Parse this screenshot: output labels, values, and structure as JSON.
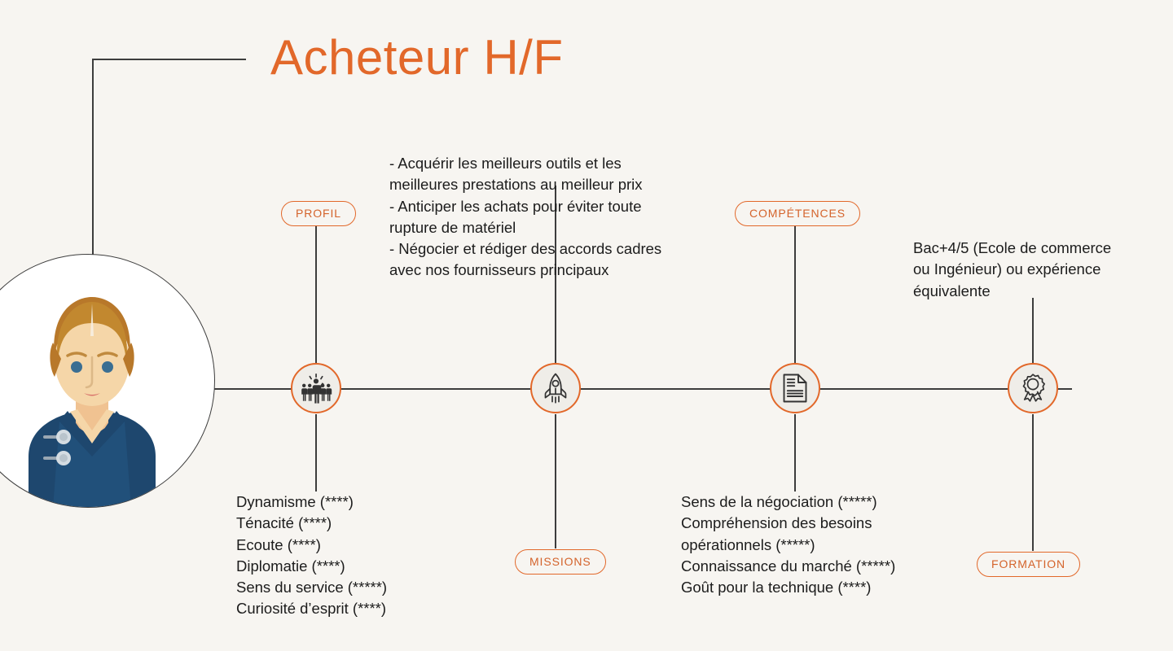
{
  "background_color": "#F7F5F1",
  "accent_color": "#E2682A",
  "line_color": "#3D3D3D",
  "header": {
    "title": "Acheteur H/F"
  },
  "avatar": {
    "name": "avatar-illustration",
    "alt": "Illustration d'une femme en veste bleu marine",
    "hair_color": "#B8782A",
    "skin_color": "#F5D6A8",
    "jacket_color": "#1E476E",
    "eye_color": "#3A6E92",
    "circle_fill": "#FFFFFF"
  },
  "nodes": [
    {
      "id": "profil",
      "pill_label": "PROFIL",
      "icon": "people-leader-icon"
    },
    {
      "id": "missions",
      "pill_label": "MISSIONS",
      "icon": "rocket-icon"
    },
    {
      "id": "competences",
      "pill_label": "COMPÉTENCES",
      "icon": "document-icon"
    },
    {
      "id": "formation",
      "pill_label": "FORMATION",
      "icon": "award-ribbon-icon"
    }
  ],
  "missions": {
    "text": "- Acquérir les meilleurs outils et les\nmeilleures prestations au meilleur prix\n - Anticiper les achats pour éviter toute\nrupture de matériel\n - Négocier et rédiger des accords cadres\navec nos fournisseurs principaux"
  },
  "formation": {
    "text": "Bac+4/5 (Ecole de commerce\nou Ingénieur) ou expérience\néquivalente"
  },
  "profil": {
    "items": [
      "Dynamisme (****)",
      "Ténacité (****)",
      "Ecoute (****)",
      "Diplomatie (****)",
      "Sens du service (*****)",
      "Curiosité d’esprit (****)"
    ]
  },
  "competences": {
    "items": [
      "Sens de la négociation (*****)",
      "Compréhension des besoins",
      "opérationnels (*****)",
      "Connaissance du marché (*****)",
      "Goût pour la technique (****)"
    ]
  }
}
